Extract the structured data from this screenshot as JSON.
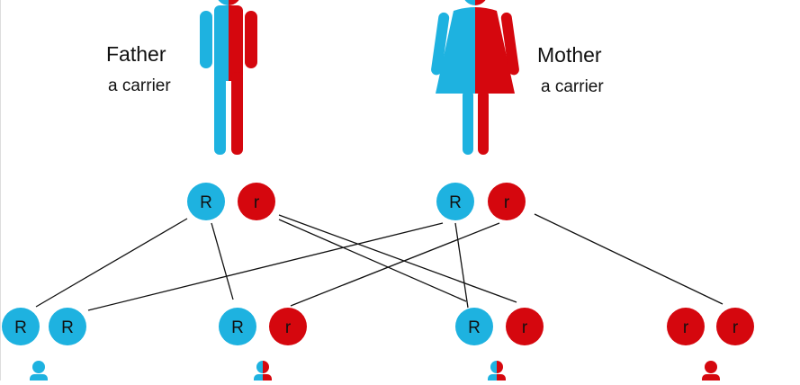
{
  "colors": {
    "dominant": "#1eb2e0",
    "recessive": "#d5070e",
    "line": "#111111",
    "allele_text": "#111111",
    "parent_label_text": "#111111"
  },
  "parents": {
    "father": {
      "title": "Father",
      "status": "a carrier",
      "icon": "male-figure-icon"
    },
    "mother": {
      "title": "Mother",
      "status": "a carrier",
      "icon": "female-figure-icon"
    }
  },
  "parent_alleles": {
    "father": [
      "R",
      "r"
    ],
    "mother": [
      "R",
      "r"
    ]
  },
  "offspring": [
    {
      "alleles": [
        "R",
        "R"
      ]
    },
    {
      "alleles": [
        "R",
        "r"
      ]
    },
    {
      "alleles": [
        "R",
        "r"
      ]
    },
    {
      "alleles": [
        "r",
        "r"
      ]
    }
  ]
}
